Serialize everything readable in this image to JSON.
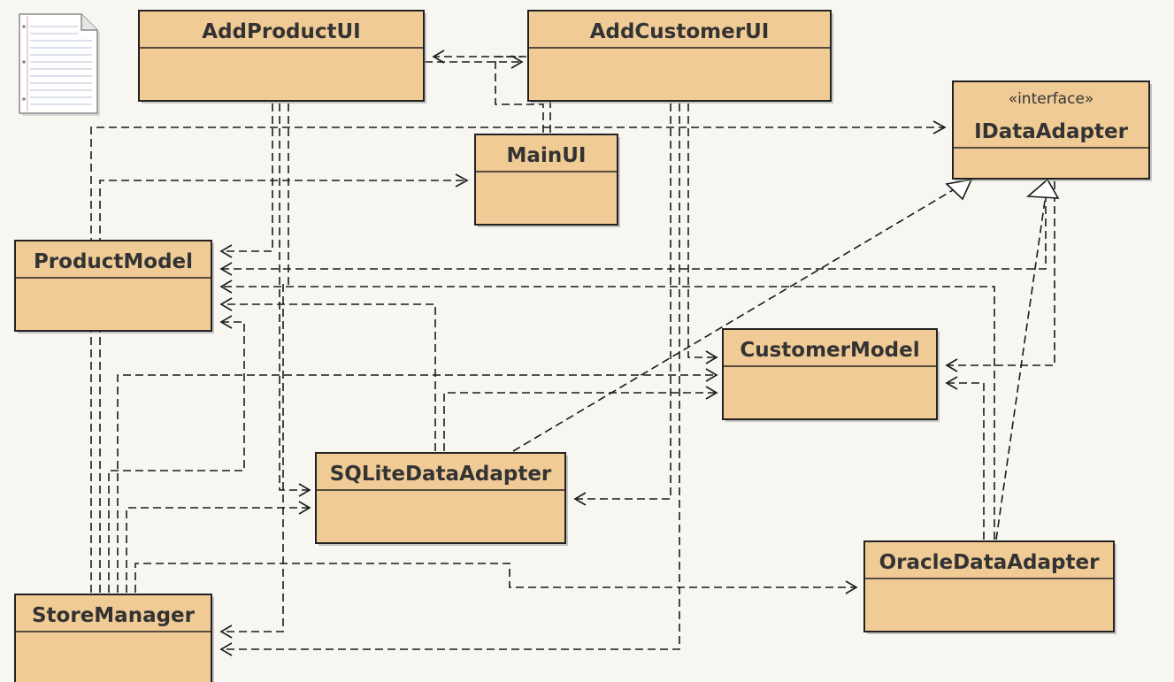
{
  "diagram": {
    "type": "uml-class-diagram",
    "classes": [
      {
        "id": "AddProductUI",
        "name": "AddProductUI",
        "stereotype": ""
      },
      {
        "id": "AddCustomerUI",
        "name": "AddCustomerUI",
        "stereotype": ""
      },
      {
        "id": "IDataAdapter",
        "name": "IDataAdapter",
        "stereotype": "«interface»"
      },
      {
        "id": "MainUI",
        "name": "MainUI",
        "stereotype": ""
      },
      {
        "id": "ProductModel",
        "name": "ProductModel",
        "stereotype": ""
      },
      {
        "id": "CustomerModel",
        "name": "CustomerModel",
        "stereotype": ""
      },
      {
        "id": "SQLiteDataAdapter",
        "name": "SQLiteDataAdapter",
        "stereotype": ""
      },
      {
        "id": "OracleDataAdapter",
        "name": "OracleDataAdapter",
        "stereotype": ""
      },
      {
        "id": "StoreManager",
        "name": "StoreManager",
        "stereotype": ""
      }
    ],
    "relations": [
      {
        "from": "AddProductUI",
        "to": "AddCustomerUI",
        "kind": "dependency"
      },
      {
        "from": "AddCustomerUI",
        "to": "AddProductUI",
        "kind": "dependency"
      },
      {
        "from": "MainUI",
        "to": "AddCustomerUI",
        "kind": "dependency"
      },
      {
        "from": "ProductModel",
        "to": "IDataAdapter",
        "kind": "dependency"
      },
      {
        "from": "ProductModel",
        "to": "MainUI",
        "kind": "dependency"
      },
      {
        "from": "AddProductUI",
        "to": "ProductModel",
        "kind": "dependency"
      },
      {
        "from": "AddProductUI",
        "to": "SQLiteDataAdapter",
        "kind": "dependency"
      },
      {
        "from": "AddProductUI",
        "to": "StoreManager",
        "kind": "dependency"
      },
      {
        "from": "IDataAdapter",
        "to": "ProductModel",
        "kind": "dependency"
      },
      {
        "from": "OracleDataAdapter",
        "to": "ProductModel",
        "kind": "dependency"
      },
      {
        "from": "SQLiteDataAdapter",
        "to": "ProductModel",
        "kind": "dependency"
      },
      {
        "from": "StoreManager",
        "to": "ProductModel",
        "kind": "dependency"
      },
      {
        "from": "AddCustomerUI",
        "to": "CustomerModel",
        "kind": "dependency"
      },
      {
        "from": "AddCustomerUI",
        "to": "SQLiteDataAdapter",
        "kind": "dependency"
      },
      {
        "from": "AddCustomerUI",
        "to": "StoreManager",
        "kind": "dependency"
      },
      {
        "from": "StoreManager",
        "to": "CustomerModel",
        "kind": "dependency"
      },
      {
        "from": "SQLiteDataAdapter",
        "to": "CustomerModel",
        "kind": "dependency"
      },
      {
        "from": "IDataAdapter",
        "to": "CustomerModel",
        "kind": "dependency"
      },
      {
        "from": "OracleDataAdapter",
        "to": "CustomerModel",
        "kind": "dependency"
      },
      {
        "from": "StoreManager",
        "to": "SQLiteDataAdapter",
        "kind": "dependency"
      },
      {
        "from": "StoreManager",
        "to": "OracleDataAdapter",
        "kind": "dependency"
      },
      {
        "from": "SQLiteDataAdapter",
        "to": "IDataAdapter",
        "kind": "realization"
      },
      {
        "from": "OracleDataAdapter",
        "to": "IDataAdapter",
        "kind": "realization"
      }
    ]
  },
  "note_icon": "document-note-icon"
}
